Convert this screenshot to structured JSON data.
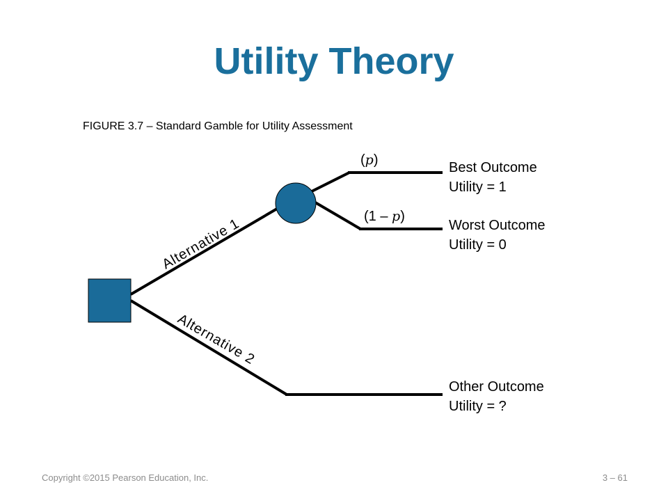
{
  "title": "Utility Theory",
  "caption": "FIGURE 3.7 – Standard Gamble for Utility Assessment",
  "colors": {
    "title": "#1a6f9c",
    "node_fill": "#1a6b99",
    "line": "#000000",
    "footer": "#8c8c8c"
  },
  "diagram": {
    "decision_node": "decision-square",
    "chance_node": "chance-circle",
    "alternatives": [
      {
        "label": "Alternative 1"
      },
      {
        "label": "Alternative 2"
      }
    ],
    "probabilities": {
      "p_open": "(",
      "p_symbol": "p",
      "p_close": ")",
      "q_open": "(1 – ",
      "q_symbol": "p",
      "q_close": ")"
    },
    "outcomes": [
      {
        "name": "Best Outcome",
        "utility": "Utility = 1"
      },
      {
        "name": "Worst Outcome",
        "utility": "Utility = 0"
      },
      {
        "name": "Other Outcome",
        "utility": "Utility = ?"
      }
    ]
  },
  "footer": {
    "copyright": "Copyright ©2015 Pearson Education, Inc.",
    "page": "3 – 61"
  }
}
